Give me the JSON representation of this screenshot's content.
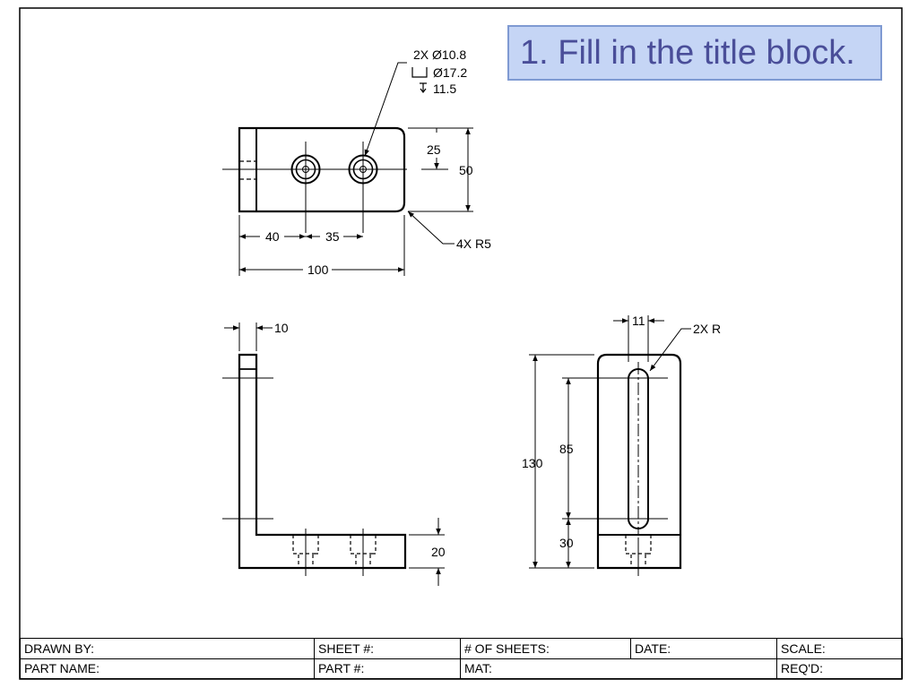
{
  "callout": {
    "text": "1. Fill in the title block."
  },
  "top_view": {
    "hole_note": [
      "2X Ø10.8",
      "Ø17.2",
      "11.5"
    ],
    "dims": {
      "hole_offset": "25",
      "height": "50",
      "first_hole": "40",
      "hole_spacing": "35",
      "length": "100",
      "corner_radius": "4X R5"
    }
  },
  "front_view": {
    "dims": {
      "thickness": "10",
      "base_height": "20"
    }
  },
  "side_view": {
    "dims": {
      "slot_width": "11",
      "slot_radius": "2X R",
      "overall": "130",
      "slot_length": "85",
      "slot_bottom": "30"
    }
  },
  "title_block": {
    "row1": [
      "DRAWN BY:",
      "SHEET #:",
      "# OF SHEETS:",
      "DATE:",
      "SCALE:"
    ],
    "row2": [
      "PART NAME:",
      "PART #:",
      "MAT:",
      "REQ'D:"
    ]
  }
}
